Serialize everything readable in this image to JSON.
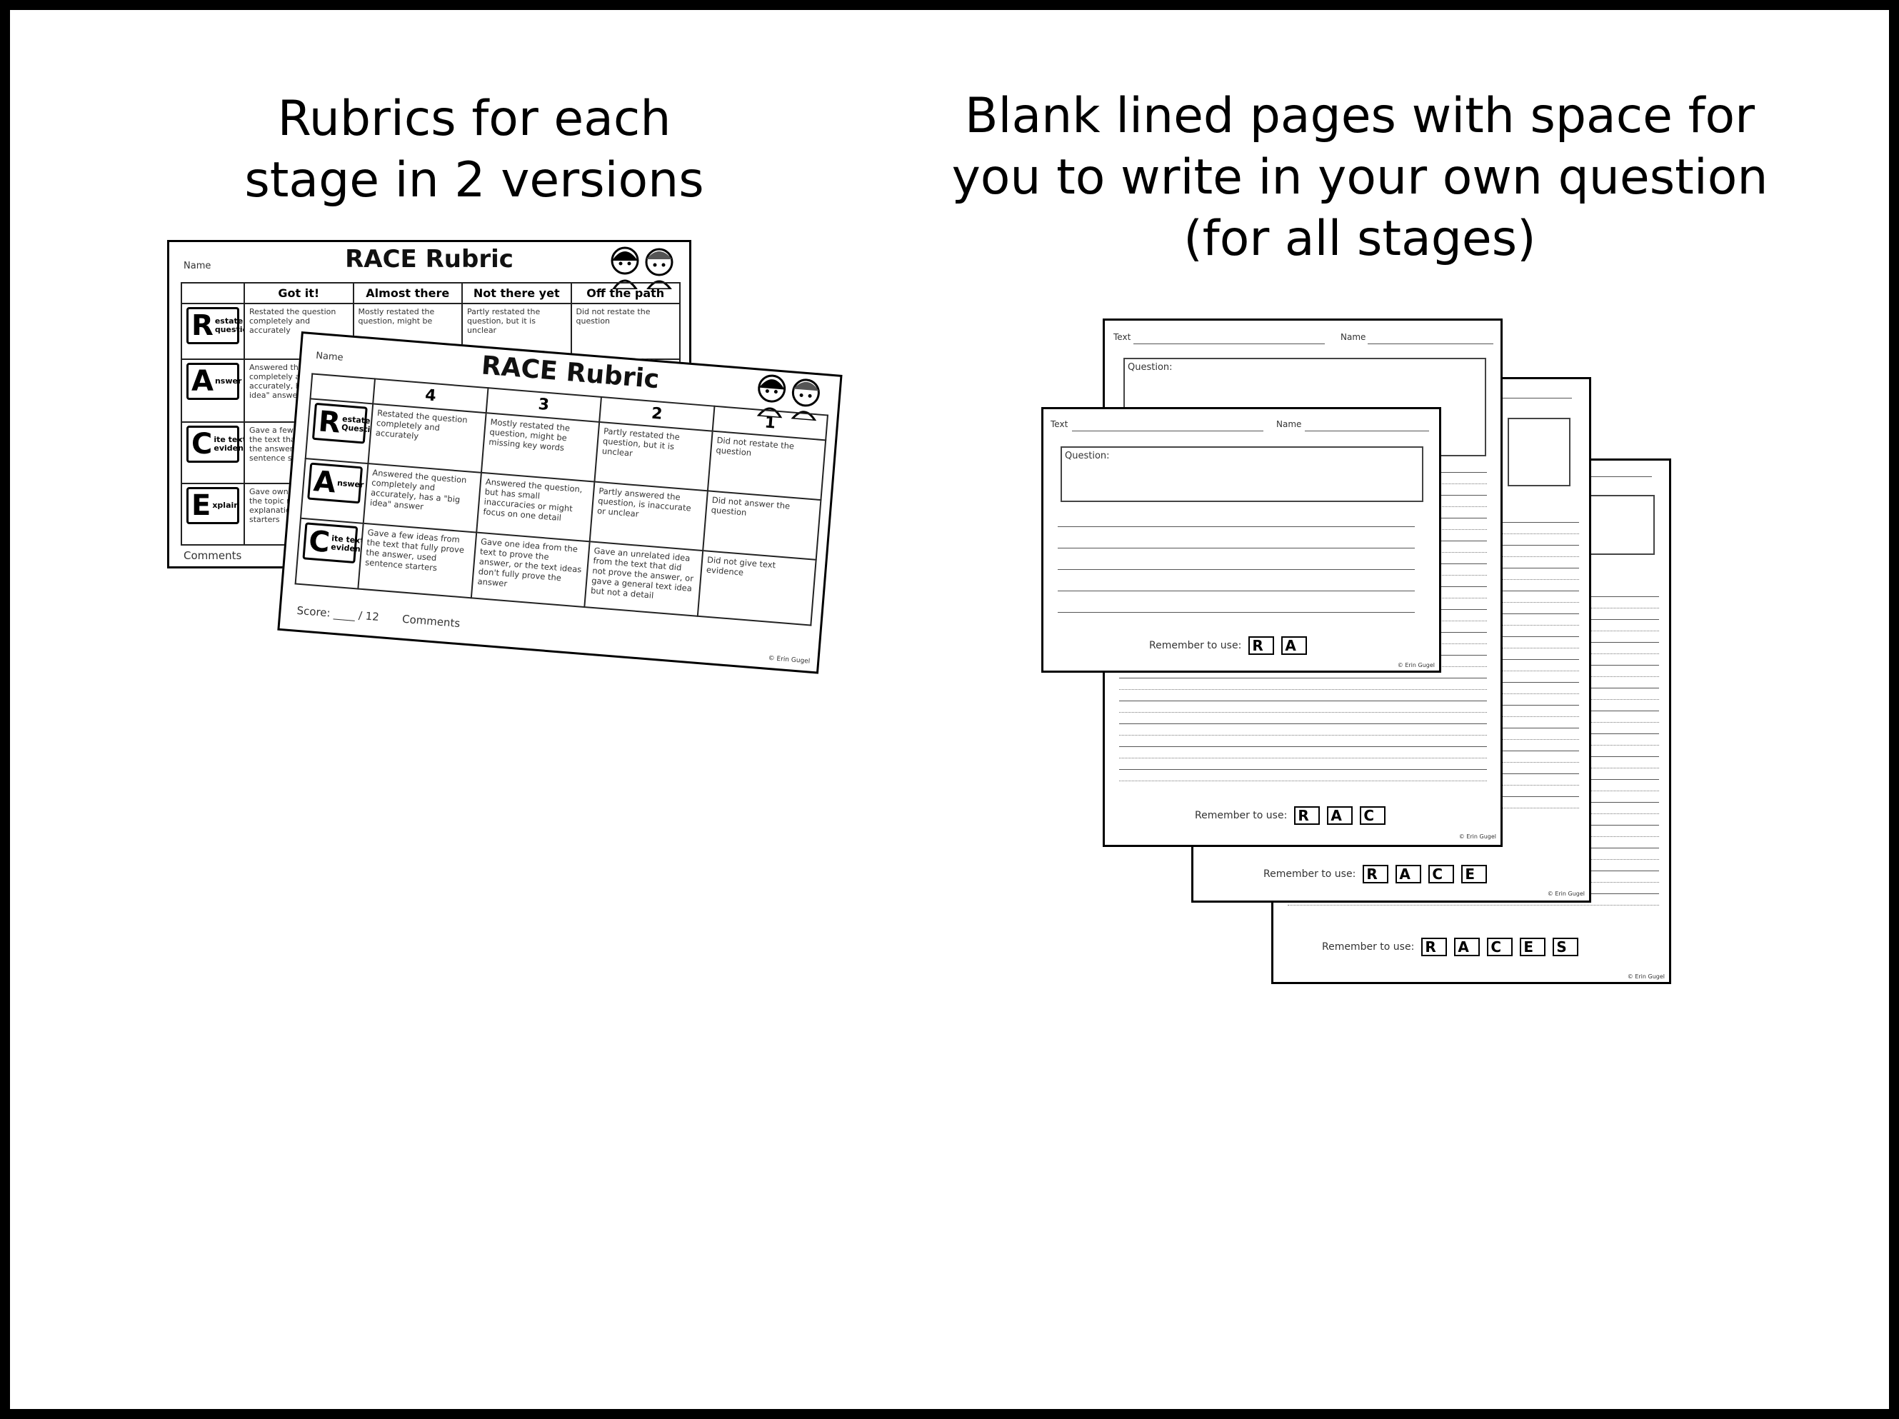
{
  "headings": {
    "left": "Rubrics for each\nstage in 2 versions",
    "right": "Blank lined pages with space for\nyou to write in your own question\n(for all stages)"
  },
  "rubric_back": {
    "name_label": "Name",
    "title": "RACE Rubric",
    "columns": [
      "Got it!",
      "Almost there",
      "Not there yet",
      "Off the path"
    ],
    "rows": [
      {
        "letter": "R",
        "word": "estate\nquestion",
        "cells": [
          "Restated the question completely and accurately",
          "Mostly restated the question, might be",
          "Partly restated the question, but it is unclear",
          "Did not restate the question"
        ]
      },
      {
        "letter": "A",
        "word": "nswer",
        "cells": [
          "Answered the question completely and accurately, has a \"big idea\" answer",
          "",
          "",
          ""
        ]
      },
      {
        "letter": "C",
        "word": "ite text\nevidence",
        "cells": [
          "Gave a few ideas from the text that fully prove the answer, used sentence starters",
          "",
          "",
          ""
        ]
      },
      {
        "letter": "E",
        "word": "xplain",
        "cells": [
          "Gave own thoughts to the topic meaning, explanation sentence starters",
          "",
          "",
          ""
        ]
      }
    ],
    "comments_label": "Comments"
  },
  "rubric_front": {
    "name_label": "Name",
    "title": "RACE Rubric",
    "columns": [
      "4",
      "3",
      "2",
      "1"
    ],
    "rows": [
      {
        "letter": "R",
        "word": "estate\nQuestion",
        "cells": [
          "Restated the question completely and accurately",
          "Mostly restated the question, might be missing key words",
          "Partly restated the question, but it is unclear",
          "Did not restate the question"
        ]
      },
      {
        "letter": "A",
        "word": "nswer",
        "cells": [
          "Answered the question completely and accurately, has a \"big idea\" answer",
          "Answered the question, but has small inaccuracies or might focus on one detail",
          "Partly answered the question, is inaccurate or unclear",
          "Did not answer the question"
        ]
      },
      {
        "letter": "C",
        "word": "ite text\nevidence",
        "cells": [
          "Gave a few ideas from the text that fully prove the answer, used sentence starters",
          "Gave one idea from the text to prove the answer, or the text ideas don't fully prove the answer",
          "Gave an unrelated idea from the text that did not prove the answer, or gave a general text idea but not a detail",
          "Did not give text evidence"
        ]
      }
    ],
    "score_label": "Score: ____ / 12",
    "comments_label": "Comments",
    "copyright": "© Erin Gugel"
  },
  "lined_pages": {
    "text_label": "Text",
    "name_label": "Name",
    "question_label": "Question:",
    "remember_label": "Remember to use:",
    "copyright": "© Erin Gugel"
  }
}
